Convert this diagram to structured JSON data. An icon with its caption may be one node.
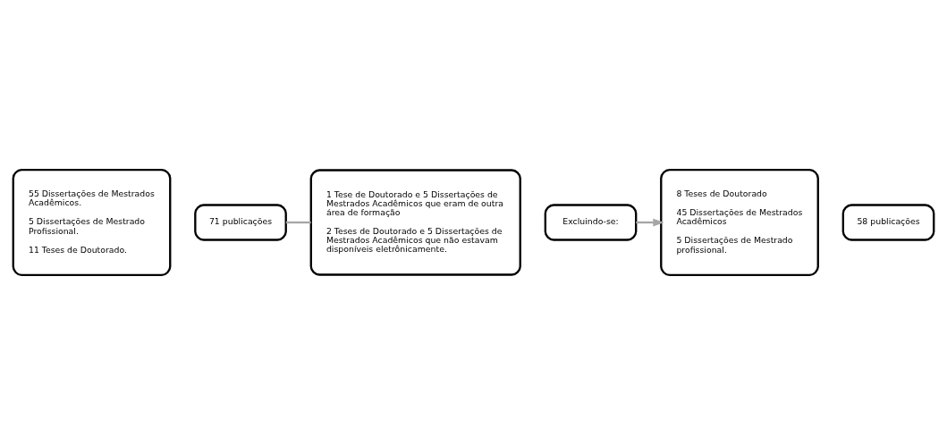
{
  "diagram": {
    "nodes": [
      {
        "text": [
          "55 Dissertações de Mestrados Acadêmicos.",
          "5 Dissertações de Mestrado Profissional.",
          "11 Teses de Doutorado."
        ]
      },
      {
        "text": [
          "71 publicações"
        ]
      },
      {
        "text": [
          "1 Tese de Doutorado e 5 Dissertações de Mestrados Acadêmicos que eram de outra área de formação",
          "2 Teses de Doutorado e 5 Dissertações de Mestrados Acadêmicos que não estavam disponíveis eletrônicamente."
        ]
      },
      {
        "text": [
          "Excluindo-se:"
        ]
      },
      {
        "text": [
          "8 Teses de Doutorado",
          "45 Dissertações de Mestrados Acadêmicos",
          "5 Dissertações de Mestrado profissional."
        ]
      },
      {
        "text": [
          "58 publicações"
        ]
      }
    ],
    "edges": [
      {
        "from": 1,
        "to": 2,
        "arrow": "none"
      },
      {
        "from": 3,
        "to": 4,
        "arrow": "to"
      }
    ]
  }
}
